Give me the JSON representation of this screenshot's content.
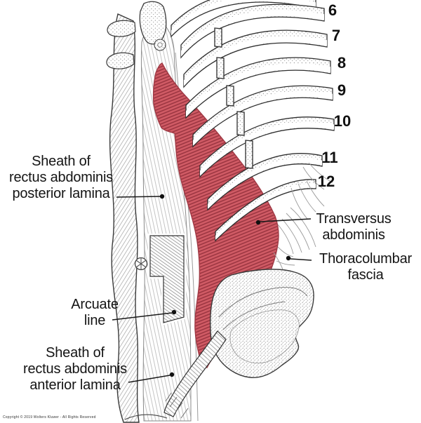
{
  "figure": {
    "title_context": "Abdominal wall anatomy illustration",
    "labels": {
      "posterior_lamina": {
        "line1": "Sheath of",
        "line2": "rectus abdominis",
        "line3": "posterior lamina"
      },
      "transversus": {
        "line1": "Transversus",
        "line2": "abdominis"
      },
      "thoracolumbar": {
        "line1": "Thoracolumbar",
        "line2": "fascia"
      },
      "arcuate": {
        "line1": "Arcuate",
        "line2": "line"
      },
      "anterior_lamina": {
        "line1": "Sheath of",
        "line2": "rectus abdominis",
        "line3": "anterior lamina"
      }
    },
    "rib_numbers": [
      "6",
      "7",
      "8",
      "9",
      "10",
      "11",
      "12"
    ],
    "copyright": "Copyright © 2019 Wolters Kluwer - All Rights Reserved",
    "colors": {
      "muscle_fill": "#d05b65",
      "muscle_hatch": "#9a3440",
      "ink": "#1a1a1a",
      "bone_stipple": "#8f8f8f"
    }
  }
}
